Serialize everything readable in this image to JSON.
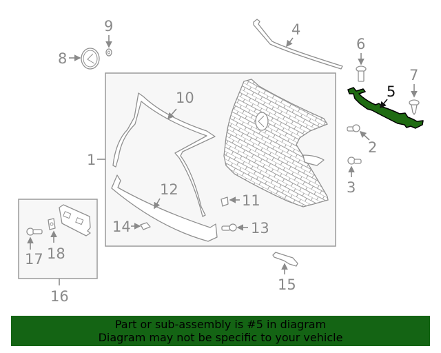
{
  "diagram": {
    "title": "Grille assembly parts diagram",
    "highlight_color": "#1f6b12",
    "line_color": "#909090",
    "callouts": [
      {
        "id": "1",
        "label": "1"
      },
      {
        "id": "2",
        "label": "2"
      },
      {
        "id": "3",
        "label": "3"
      },
      {
        "id": "4",
        "label": "4"
      },
      {
        "id": "5",
        "label": "5",
        "highlighted": true
      },
      {
        "id": "6",
        "label": "6"
      },
      {
        "id": "7",
        "label": "7"
      },
      {
        "id": "8",
        "label": "8"
      },
      {
        "id": "9",
        "label": "9"
      },
      {
        "id": "10",
        "label": "10"
      },
      {
        "id": "11",
        "label": "11"
      },
      {
        "id": "12",
        "label": "12"
      },
      {
        "id": "13",
        "label": "13"
      },
      {
        "id": "14",
        "label": "14"
      },
      {
        "id": "15",
        "label": "15"
      },
      {
        "id": "16",
        "label": "16"
      },
      {
        "id": "17",
        "label": "17"
      },
      {
        "id": "18",
        "label": "18"
      }
    ]
  },
  "banner": {
    "line1": "Part or sub-assembly is #5 in diagram",
    "line2": "Diagram may not be specific to your vehicle",
    "background": "#146414"
  }
}
